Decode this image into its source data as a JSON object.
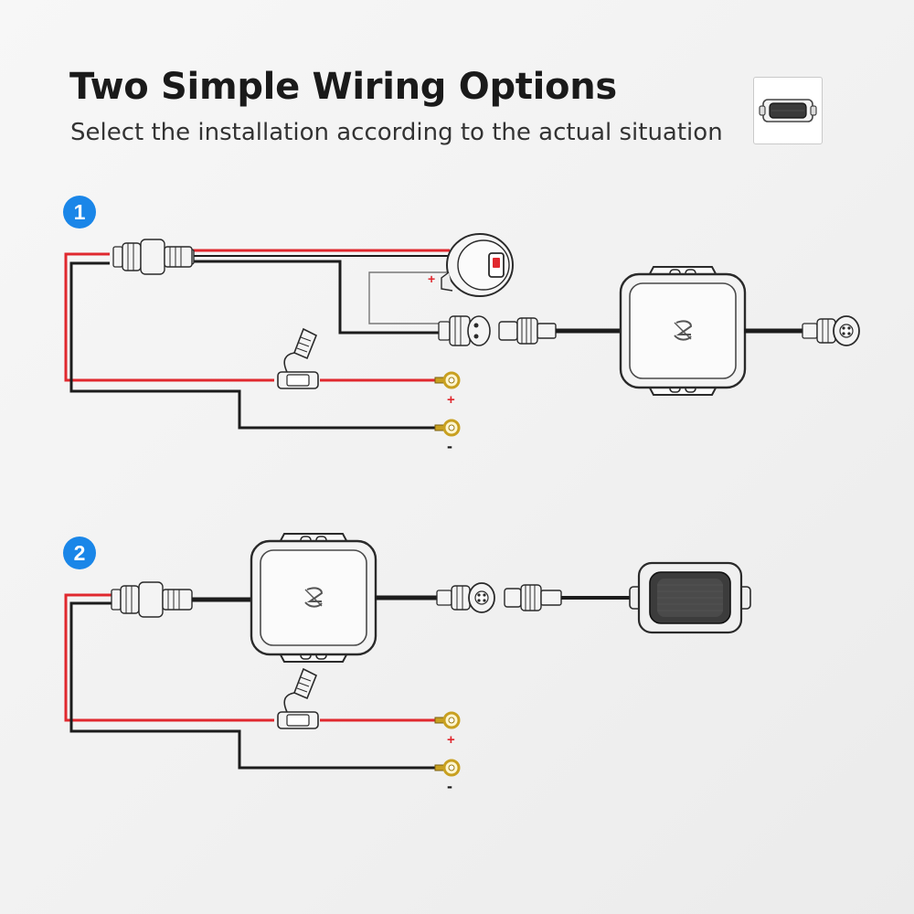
{
  "header": {
    "title": "Two Simple Wiring Options",
    "subtitle": "Select the installation according to the actual situation"
  },
  "options": [
    {
      "badge": "1",
      "positive_label": "+",
      "negative_label": "-",
      "switch_label": "+"
    },
    {
      "badge": "2",
      "positive_label": "+",
      "negative_label": "-"
    }
  ],
  "colors": {
    "badge": "#1a86e8",
    "positive_wire": "#e0282e",
    "negative_wire": "#1c1c1c",
    "terminal_ring": "#c8a020",
    "plus_label": "#e0282e"
  },
  "icons": {
    "thumbnail": "rock-light-icon",
    "controller": "controller-box-icon",
    "switch": "rocker-switch-icon",
    "fuse": "fuse-holder-icon",
    "terminal": "ring-terminal-icon",
    "light": "rock-light-icon"
  }
}
